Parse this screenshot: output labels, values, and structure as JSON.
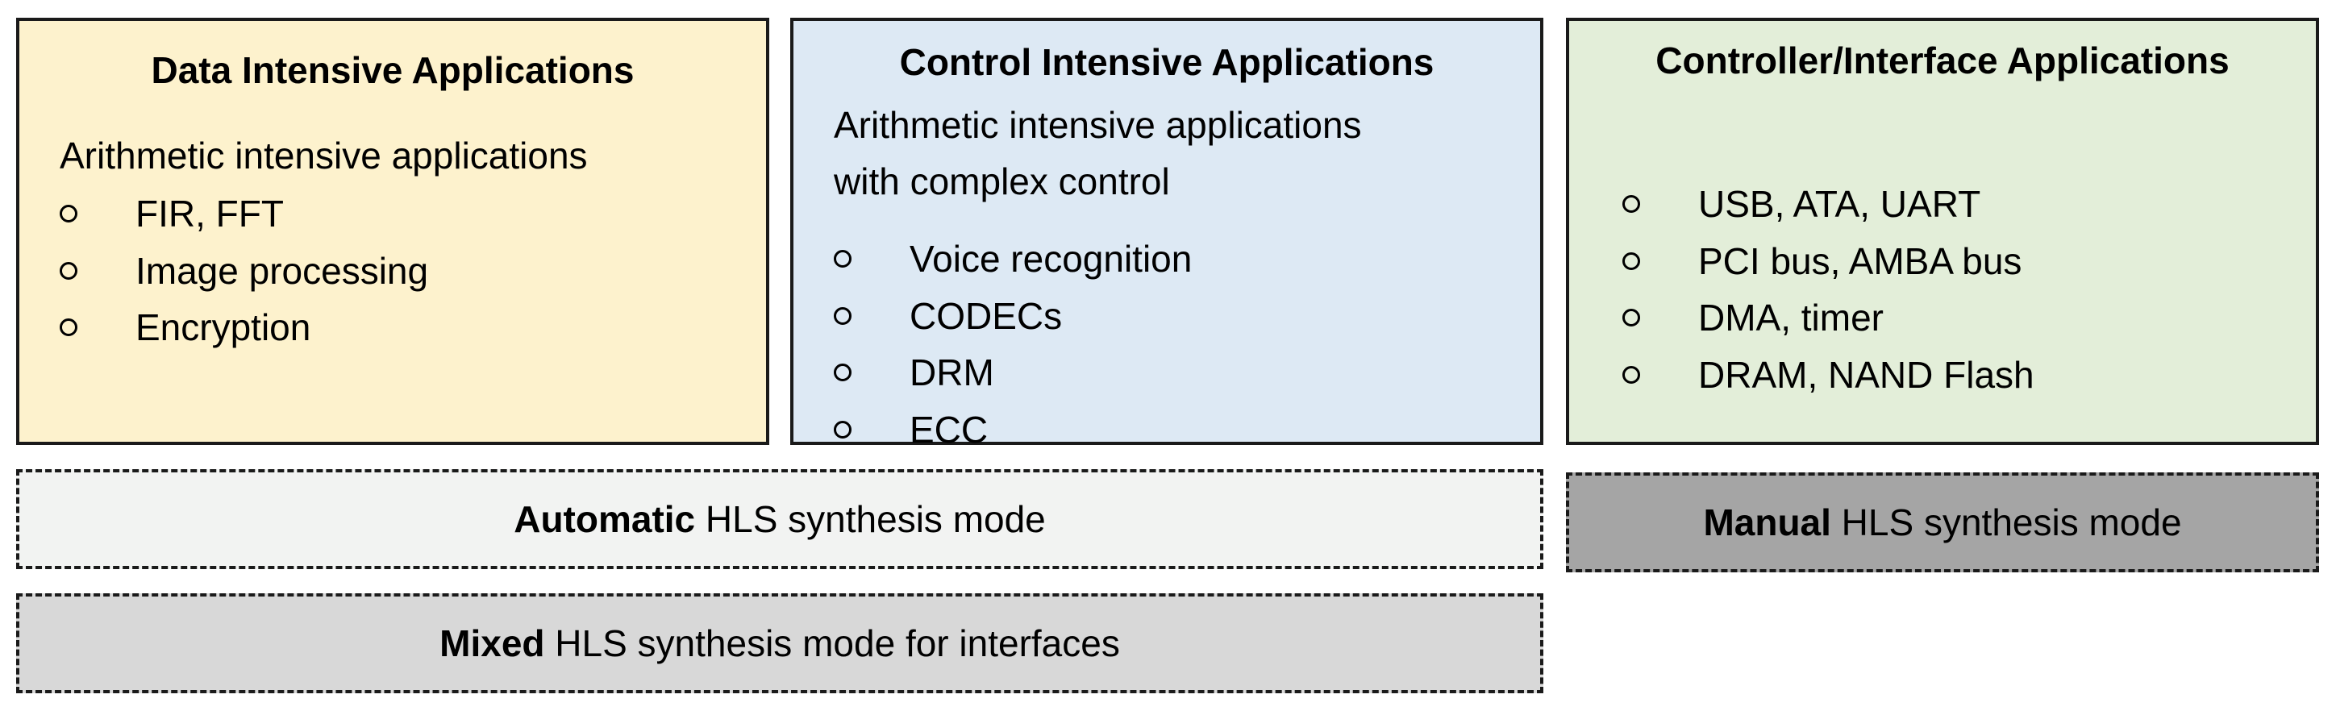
{
  "colors": {
    "data_box_bg": "#fdf2cd",
    "control_box_bg": "#dde9f4",
    "interface_box_bg": "#e3eed9",
    "automatic_mode_bg": "#f2f3f2",
    "manual_mode_bg": "#a5a5a5",
    "mixed_mode_bg": "#d8d8d8"
  },
  "data_box": {
    "title": "Data Intensive Applications",
    "description_lines": [
      "Arithmetic intensive applications"
    ],
    "items": [
      "FIR, FFT",
      "Image processing",
      "Encryption"
    ]
  },
  "control_box": {
    "title": "Control Intensive Applications",
    "description_lines": [
      "Arithmetic intensive applications",
      "with complex control"
    ],
    "items": [
      "Voice recognition",
      "CODECs",
      "DRM",
      "ECC"
    ]
  },
  "interface_box": {
    "title": "Controller/Interface Applications",
    "items": [
      "USB, ATA, UART",
      "PCI bus, AMBA bus",
      "DMA, timer",
      "DRAM, NAND Flash"
    ]
  },
  "modes": {
    "automatic": {
      "bold": "Automatic",
      "rest": " HLS synthesis mode"
    },
    "manual": {
      "bold": "Manual",
      "rest": " HLS synthesis mode"
    },
    "mixed": {
      "bold": "Mixed",
      "rest": " HLS synthesis mode for interfaces"
    }
  }
}
